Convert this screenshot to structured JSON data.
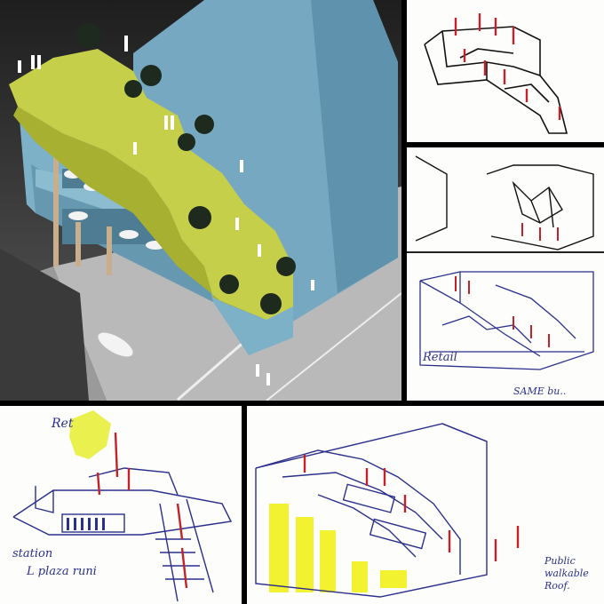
{
  "panels": {
    "model_photo": {
      "name": "architectural-model-photo"
    },
    "sketch_top_right": {
      "name": "sketch-stair-volume"
    },
    "sketch_mid_right": {
      "name": "sketch-plan-and-section"
    },
    "sketch_bottom_left": {
      "name": "sketch-plaza"
    },
    "sketch_bottom_right": {
      "name": "sketch-public-roof"
    }
  },
  "annotations": {
    "mid_right_retail": "Retail",
    "mid_right_note": "SAME bu..",
    "bottom_left_ret": "Ret",
    "bottom_left_station": "station",
    "bottom_left_plaza": "L plaza runi",
    "bottom_right_public": "Public",
    "bottom_right_walkable": "walkable",
    "bottom_right_roof": "Roof."
  },
  "colors": {
    "foam_blue": "#7fb2c9",
    "roof_yellow": "#c9cf4a",
    "ink_blue": "#2a2f8c",
    "ink_red": "#c2232b",
    "highlight_yellow": "#f2f230"
  }
}
